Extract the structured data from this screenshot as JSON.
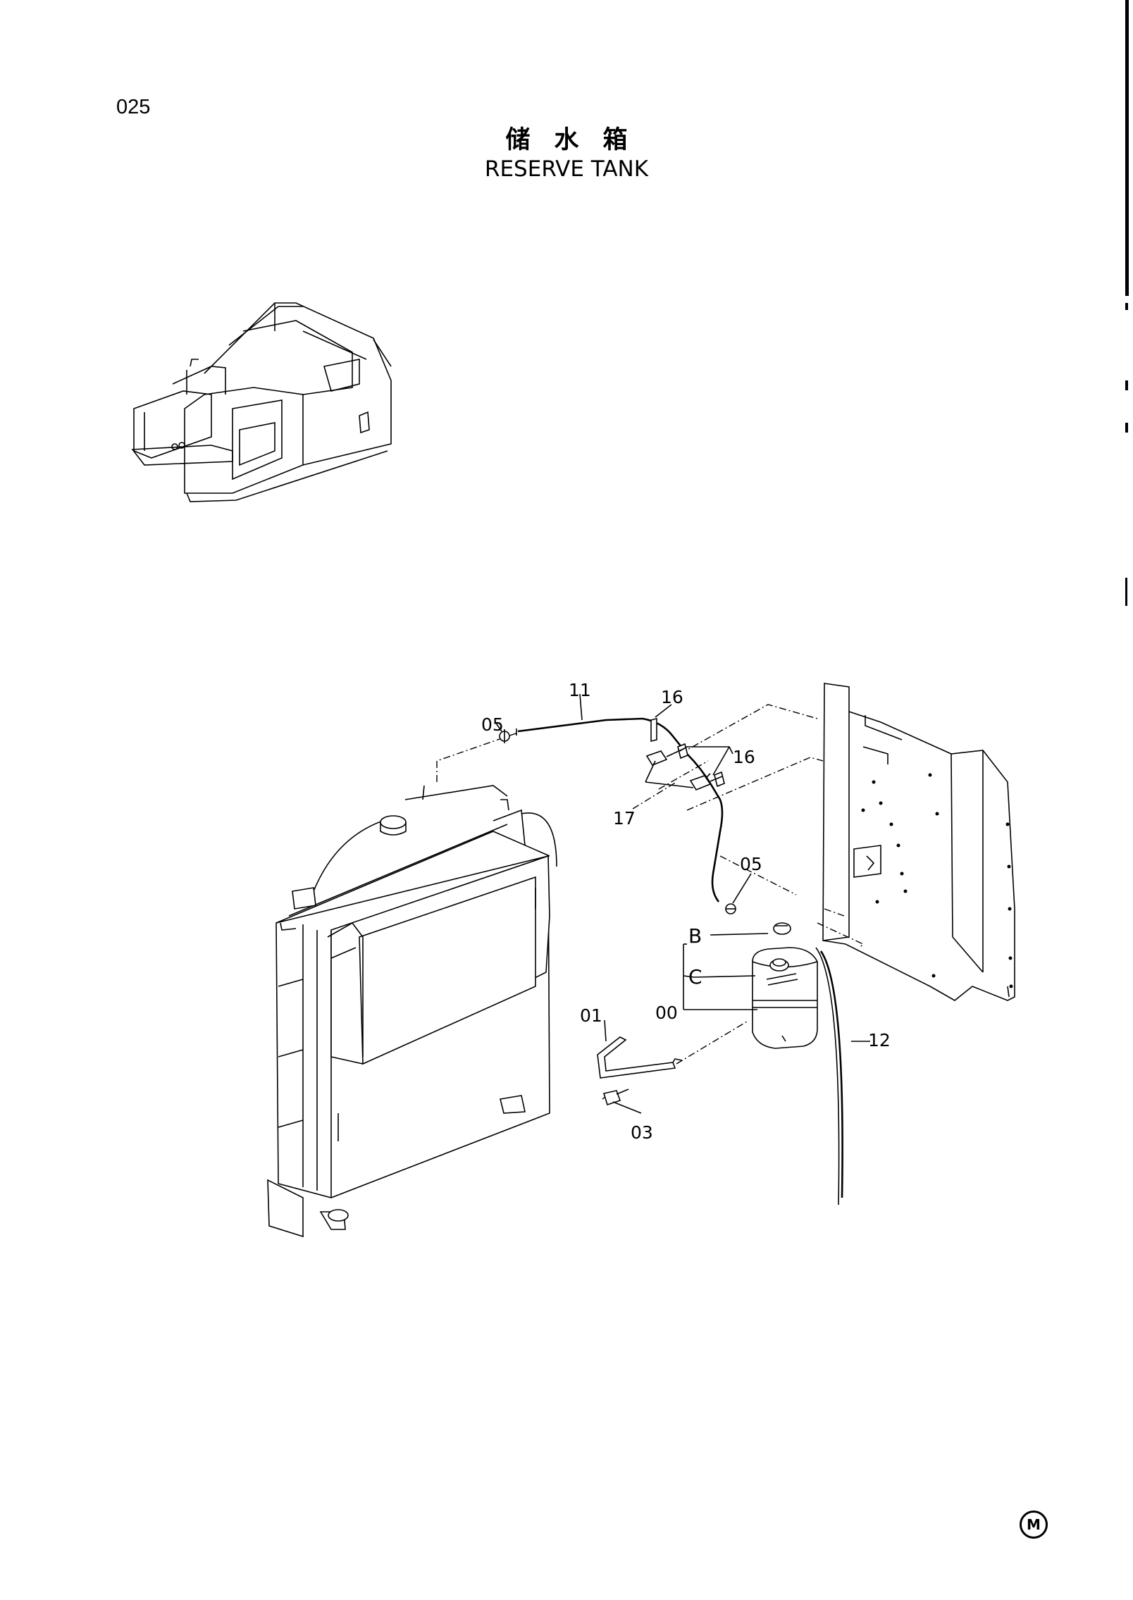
{
  "page_number": "025",
  "title_cn": "储水箱",
  "title_en": "RESERVE TANK",
  "corner_mark": "M",
  "callouts": [
    {
      "id": "c-11",
      "text": "11"
    },
    {
      "id": "c-05-top",
      "text": "05"
    },
    {
      "id": "c-16-top",
      "text": "16"
    },
    {
      "id": "c-16-right",
      "text": "16"
    },
    {
      "id": "c-17",
      "text": "17"
    },
    {
      "id": "c-05-mid",
      "text": "05"
    },
    {
      "id": "c-B",
      "text": "B"
    },
    {
      "id": "c-C",
      "text": "C"
    },
    {
      "id": "c-00",
      "text": "00"
    },
    {
      "id": "c-01",
      "text": "01"
    },
    {
      "id": "c-12",
      "text": "12"
    },
    {
      "id": "c-03",
      "text": "03"
    }
  ],
  "icons": [
    "excavator-overview-icon",
    "radiator-assembly-icon",
    "reserve-tank-icon",
    "mounting-bracket-icon",
    "frame-panel-icon",
    "bolt-icon",
    "hose-clamp-icon"
  ]
}
